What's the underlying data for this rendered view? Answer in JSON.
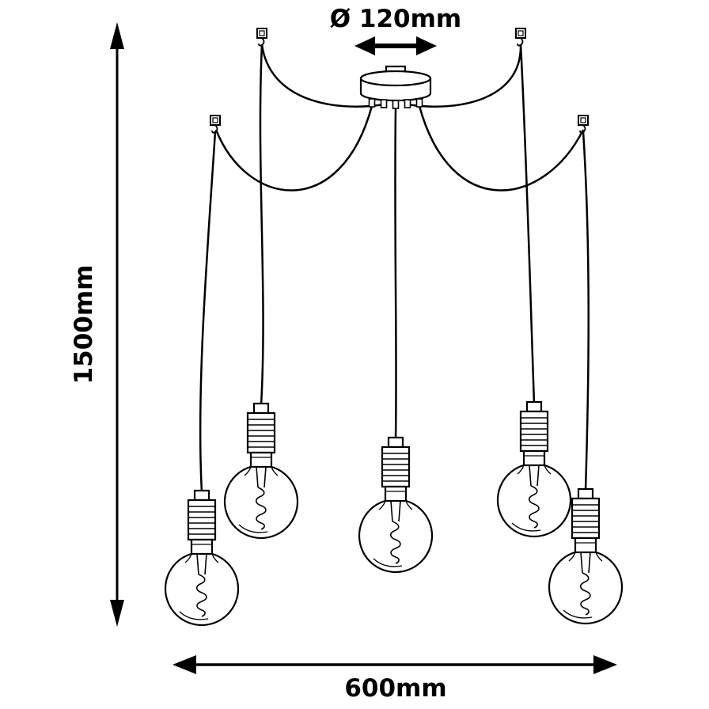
{
  "page": {
    "background": "#ffffff",
    "line_color": "#000000"
  },
  "labels": {
    "height": "1500mm",
    "diameter": "Ø 120mm",
    "width": "600mm"
  },
  "lamp": {
    "bulb_count": 5
  }
}
